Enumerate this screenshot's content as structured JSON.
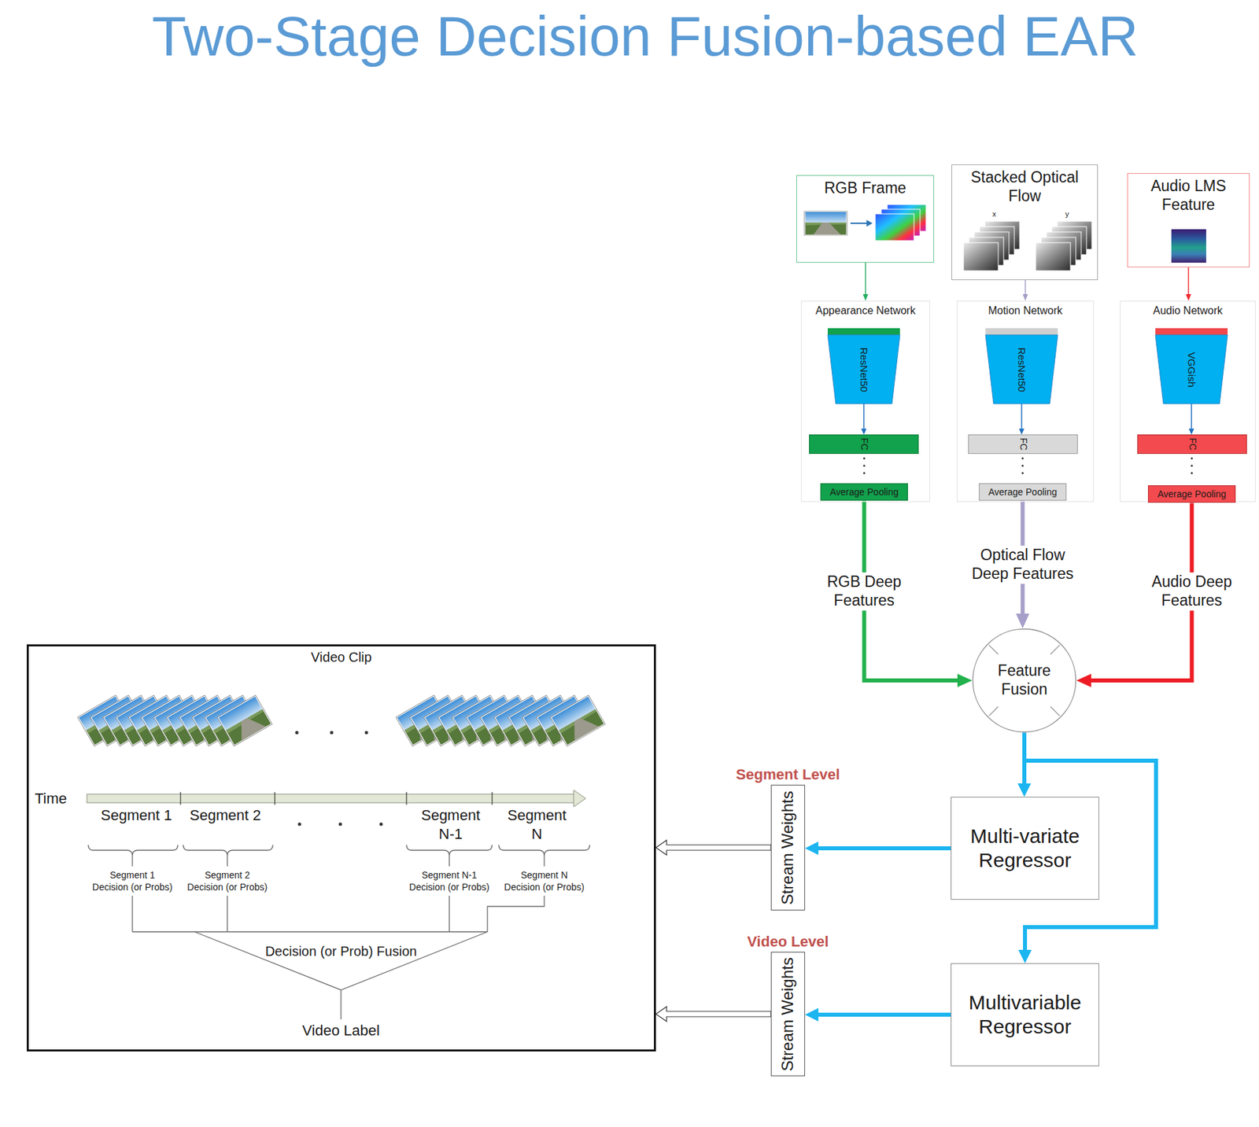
{
  "diagram": {
    "title": "Two-Stage Decision Fusion-based EAR",
    "nodes": [
      {
        "text": [
          "RGB Frame"
        ]
      },
      {
        "text": [
          "Stacked Optical Flow"
        ]
      },
      {
        "text": [
          "Audio LMS Feature"
        ]
      },
      {
        "text": [
          "Appearance Network"
        ]
      },
      {
        "text": [
          "ResNet50"
        ],
        "in": 3
      },
      {
        "text": [
          "FC"
        ],
        "in": 3
      },
      {
        "text": [
          "Average Pooling"
        ],
        "in": 3
      },
      {
        "text": [
          "Motion Network"
        ]
      },
      {
        "text": [
          "ResNet50"
        ],
        "in": 7
      },
      {
        "text": [
          "FC"
        ],
        "in": 7
      },
      {
        "text": [
          "Average Pooling"
        ],
        "in": 7
      },
      {
        "text": [
          "Audio Network"
        ]
      },
      {
        "text": [
          "VGGish"
        ],
        "in": 11
      },
      {
        "text": [
          "FC"
        ],
        "in": 11
      },
      {
        "text": [
          "Average Pooling"
        ],
        "in": 11
      },
      {
        "text": [
          "Feature Fusion"
        ]
      },
      {
        "text": [
          "Multi-variate Regressor"
        ]
      },
      {
        "text": [
          "Segment Level",
          "Stream Weights"
        ]
      },
      {
        "text": [
          "Multivariable Regressor"
        ]
      },
      {
        "text": [
          "Video Level",
          "Stream Weights"
        ]
      },
      {
        "text": [
          "Video Clip"
        ]
      }
    ],
    "edges": [
      {
        "from": 0,
        "to": 3,
        "arrow": "to"
      },
      {
        "from": 1,
        "to": 7,
        "arrow": "to"
      },
      {
        "from": 2,
        "to": 11,
        "arrow": "to"
      },
      {
        "from": 4,
        "to": 5,
        "arrow": "to"
      },
      {
        "from": 5,
        "to": 6,
        "arrow": "none"
      },
      {
        "from": 8,
        "to": 9,
        "arrow": "to"
      },
      {
        "from": 9,
        "to": 10,
        "arrow": "none"
      },
      {
        "from": 12,
        "to": 13,
        "arrow": "to"
      },
      {
        "from": 13,
        "to": 14,
        "arrow": "none"
      },
      {
        "from": 6,
        "to": 15,
        "label": "RGB Deep Features",
        "arrow": "to"
      },
      {
        "from": 10,
        "to": 15,
        "label": "Optical Flow Deep Features",
        "arrow": "to"
      },
      {
        "from": 14,
        "to": 15,
        "label": "Audio Deep Features",
        "arrow": "to"
      },
      {
        "from": 15,
        "to": 16,
        "arrow": "to"
      },
      {
        "from": 15,
        "to": 18,
        "arrow": "to"
      },
      {
        "from": 16,
        "to": 17,
        "arrow": "to"
      },
      {
        "from": 18,
        "to": 19,
        "arrow": "to"
      },
      {
        "from": 17,
        "to": 20,
        "arrow": "to"
      },
      {
        "from": 19,
        "to": 20,
        "arrow": "to"
      }
    ],
    "labels": [
      "x",
      "y",
      "Time",
      "Segment 1",
      "Segment 2",
      "Segment N-1",
      "Segment N",
      "Segment 1 Decision (or Probs)",
      "Segment 2 Decision (or Probs)",
      "Segment N-1 Decision (or Probs)",
      "Segment N Decision (or Probs)",
      "Decision (or Prob) Fusion",
      "Video Label"
    ]
  }
}
